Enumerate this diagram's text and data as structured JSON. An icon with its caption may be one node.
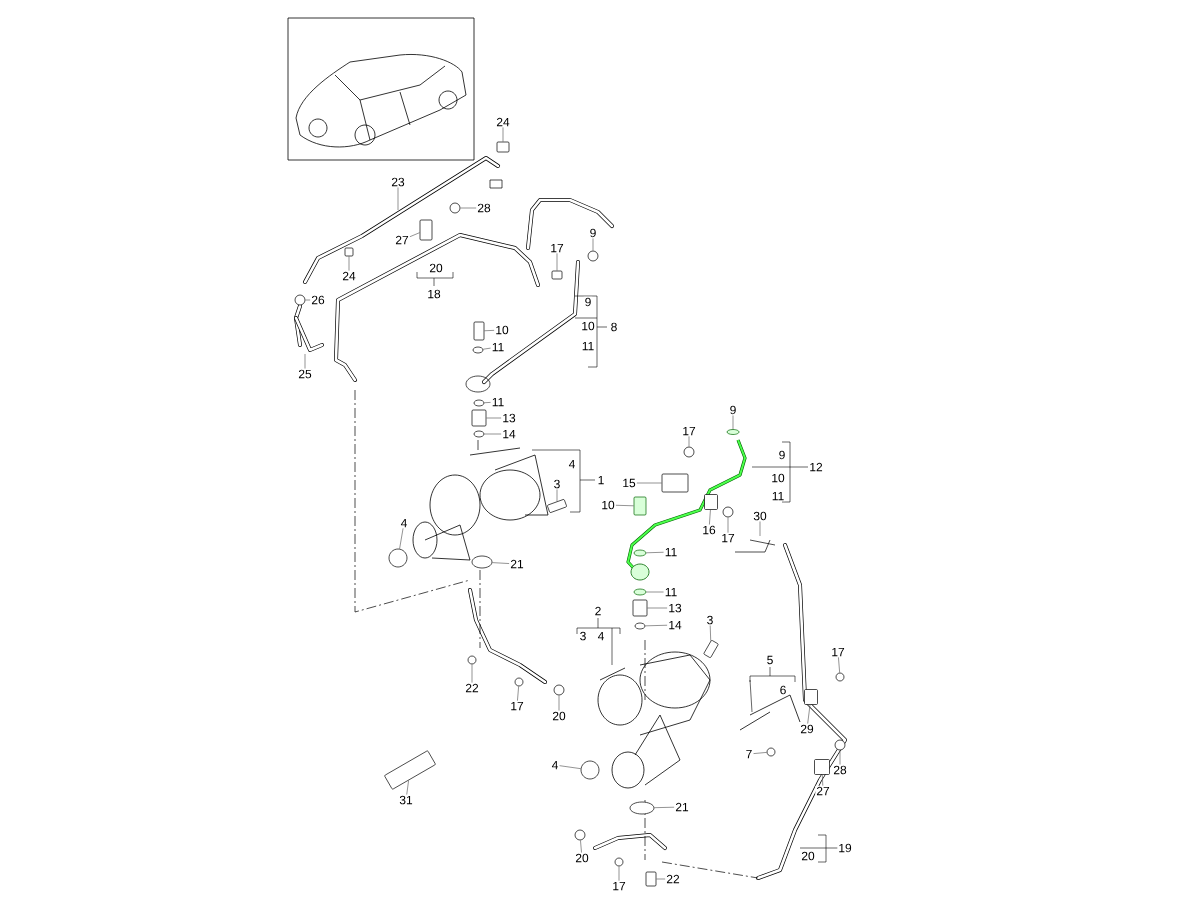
{
  "diagram": {
    "nodes": [
      {
        "text": [
          "24"
        ]
      },
      {
        "text": [
          "23"
        ]
      },
      {
        "text": [
          "28"
        ]
      },
      {
        "text": [
          "27"
        ]
      },
      {
        "text": [
          "9"
        ]
      },
      {
        "text": [
          "17"
        ]
      },
      {
        "text": [
          "24"
        ]
      },
      {
        "text": [
          "26"
        ]
      },
      {
        "text": [
          "10"
        ]
      },
      {
        "text": [
          "11"
        ]
      },
      {
        "text": [
          "25"
        ]
      },
      {
        "text": [
          "11"
        ]
      },
      {
        "text": [
          "9"
        ]
      },
      {
        "text": [
          "13"
        ]
      },
      {
        "text": [
          "17"
        ]
      },
      {
        "text": [
          "14"
        ]
      },
      {
        "text": [
          "15"
        ]
      },
      {
        "text": [
          "3"
        ]
      },
      {
        "text": [
          "10"
        ]
      },
      {
        "text": [
          "30"
        ]
      },
      {
        "text": [
          "4"
        ]
      },
      {
        "text": [
          "16"
        ]
      },
      {
        "text": [
          "17"
        ]
      },
      {
        "text": [
          "11"
        ]
      },
      {
        "text": [
          "21"
        ]
      },
      {
        "text": [
          "11"
        ]
      },
      {
        "text": [
          "13"
        ]
      },
      {
        "text": [
          "3"
        ]
      },
      {
        "text": [
          "14"
        ]
      },
      {
        "text": [
          "17"
        ]
      },
      {
        "text": [
          "22"
        ]
      },
      {
        "text": [
          "17"
        ]
      },
      {
        "text": [
          "20"
        ]
      },
      {
        "text": [
          "29"
        ]
      },
      {
        "text": [
          "7"
        ]
      },
      {
        "text": [
          "4"
        ]
      },
      {
        "text": [
          "28"
        ]
      },
      {
        "text": [
          "27"
        ]
      },
      {
        "text": [
          "31"
        ]
      },
      {
        "text": [
          "21"
        ]
      },
      {
        "text": [
          "20"
        ]
      },
      {
        "text": [
          "22"
        ]
      },
      {
        "text": [
          "17"
        ]
      },
      {
        "text": [],
        "shape": "box"
      },
      {
        "text": [],
        "shape": "circle"
      },
      {
        "text": [],
        "shape": "box"
      },
      {
        "text": [],
        "shape": "circle"
      },
      {
        "text": [],
        "shape": "box"
      },
      {
        "text": [],
        "shape": "box"
      },
      {
        "text": [],
        "shape": "circle"
      },
      {
        "text": [],
        "shape": "box"
      },
      {
        "text": [],
        "shape": "circle"
      },
      {
        "text": [],
        "shape": "circle"
      },
      {
        "text": [],
        "shape": "circle"
      },
      {
        "text": [],
        "shape": "box"
      },
      {
        "text": [],
        "shape": "circle"
      },
      {
        "text": [],
        "shape": "circle"
      },
      {
        "text": [],
        "shape": "box"
      },
      {
        "text": [],
        "shape": "box"
      },
      {
        "text": [],
        "shape": "box"
      },
      {
        "text": [],
        "shape": "circle"
      },
      {
        "text": [],
        "shape": "box"
      },
      {
        "text": [],
        "shape": "circle"
      },
      {
        "text": [],
        "shape": "circle"
      },
      {
        "text": [],
        "shape": "circle"
      },
      {
        "text": [],
        "shape": "circle"
      },
      {
        "text": [],
        "shape": "box"
      },
      {
        "text": [],
        "shape": "box"
      },
      {
        "text": [],
        "shape": "circle"
      },
      {
        "text": [],
        "shape": "circle"
      },
      {
        "text": [],
        "shape": "circle"
      },
      {
        "text": [],
        "shape": "circle"
      },
      {
        "text": [],
        "shape": "circle"
      },
      {
        "text": [],
        "shape": "box"
      },
      {
        "text": [],
        "shape": "circle"
      },
      {
        "text": [],
        "shape": "circle"
      },
      {
        "text": [],
        "shape": "circle"
      },
      {
        "text": [],
        "shape": "box"
      },
      {
        "text": [],
        "shape": "box"
      },
      {
        "text": [],
        "shape": "circle"
      },
      {
        "text": [],
        "shape": "circle"
      },
      {
        "text": [],
        "shape": "box"
      },
      {
        "text": [],
        "shape": "circle"
      }
    ],
    "edges": [
      {
        "from": 0,
        "to": 43,
        "arrow": "none"
      },
      {
        "from": 1,
        "to": null,
        "arrow": "none"
      },
      {
        "from": 2,
        "to": 44,
        "arrow": "none"
      },
      {
        "from": 3,
        "to": 45,
        "arrow": "none"
      },
      {
        "from": 4,
        "to": 46,
        "arrow": "none"
      },
      {
        "from": 5,
        "to": 47,
        "arrow": "none"
      },
      {
        "from": 6,
        "to": 48,
        "arrow": "none"
      },
      {
        "from": 7,
        "to": 49,
        "arrow": "none"
      },
      {
        "from": 8,
        "to": 50,
        "arrow": "none"
      },
      {
        "from": 9,
        "to": 51,
        "arrow": "none"
      },
      {
        "from": 10,
        "to": null,
        "arrow": "none"
      },
      {
        "from": 11,
        "to": 52,
        "arrow": "none"
      },
      {
        "from": 12,
        "to": 53,
        "arrow": "none"
      },
      {
        "from": 13,
        "to": 54,
        "arrow": "none"
      },
      {
        "from": 14,
        "to": 55,
        "arrow": "none"
      },
      {
        "from": 15,
        "to": 56,
        "arrow": "none"
      },
      {
        "from": 16,
        "to": 57,
        "arrow": "none"
      },
      {
        "from": 17,
        "to": 58,
        "arrow": "none"
      },
      {
        "from": 18,
        "to": 59,
        "arrow": "none"
      },
      {
        "from": 19,
        "to": null,
        "arrow": "none"
      },
      {
        "from": 20,
        "to": 60,
        "arrow": "none"
      },
      {
        "from": 21,
        "to": 61,
        "arrow": "none"
      },
      {
        "from": 22,
        "to": 62,
        "arrow": "none"
      },
      {
        "from": 23,
        "to": 63,
        "arrow": "none"
      },
      {
        "from": 24,
        "to": 64,
        "arrow": "none"
      },
      {
        "from": 25,
        "to": 65,
        "arrow": "none"
      },
      {
        "from": 26,
        "to": 66,
        "arrow": "none"
      },
      {
        "from": 27,
        "to": 67,
        "arrow": "none"
      },
      {
        "from": 28,
        "to": 68,
        "arrow": "none"
      },
      {
        "from": 29,
        "to": 69,
        "arrow": "none"
      },
      {
        "from": 30,
        "to": 70,
        "arrow": "none"
      },
      {
        "from": 31,
        "to": 71,
        "arrow": "none"
      },
      {
        "from": 32,
        "to": 72,
        "arrow": "none"
      },
      {
        "from": 33,
        "to": 73,
        "arrow": "none"
      },
      {
        "from": 34,
        "to": 74,
        "arrow": "none"
      },
      {
        "from": 35,
        "to": 75,
        "arrow": "none"
      },
      {
        "from": 36,
        "to": 76,
        "arrow": "none"
      },
      {
        "from": 37,
        "to": 77,
        "arrow": "none"
      },
      {
        "from": 38,
        "to": 78,
        "arrow": "none"
      },
      {
        "from": 39,
        "to": 79,
        "arrow": "none"
      },
      {
        "from": 40,
        "to": 80,
        "arrow": "none"
      },
      {
        "from": 41,
        "to": 81,
        "arrow": "none"
      },
      {
        "from": 42,
        "to": 82,
        "arrow": "none"
      }
    ],
    "labels": [
      "20",
      "18",
      "9",
      "10",
      "8",
      "11",
      "4",
      "9",
      "12",
      "1",
      "10",
      "11",
      "2",
      "3",
      "4",
      "5",
      "6",
      "19",
      "20"
    ]
  }
}
